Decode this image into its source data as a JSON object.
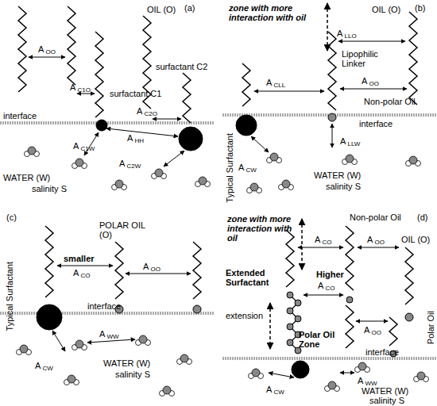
{
  "diagram": {
    "labels": [
      "(a)",
      "OIL (O)",
      "A OO",
      "A C1O",
      "surfactant C1",
      "A C2O",
      "interface",
      "A C1W",
      "A HH",
      "surfactant C2",
      "A C2W",
      "WATER (W)",
      "salinity S",
      "(b)",
      "zone with more interaction with oil",
      "A LLO",
      "OIL (O)",
      "A CLL",
      "Lipophilic Linker",
      "A OO",
      "Non-polar Oil",
      "interface",
      "Typical Surfactant",
      "A LLW",
      "A CW",
      "WATER (W)",
      "salinity S",
      "(c)",
      "POLAR OIL (O)",
      "smaller",
      "A CO",
      "A OO",
      "Typical Surfactant",
      "interface",
      "A WW",
      "A CW",
      "WATER (W)",
      "salinity S",
      "(d)",
      "zone with more interaction with oil",
      "Non-polar Oil",
      "A CO",
      "A OO",
      "OIL (O)",
      "Extended Surfactant",
      "Higher",
      "A CO",
      "extension",
      "Polar Oil",
      "A OO",
      "Polar Oil Zone",
      "interface",
      "A CW",
      "A WW",
      "WATER (W)",
      "salinity S"
    ]
  }
}
